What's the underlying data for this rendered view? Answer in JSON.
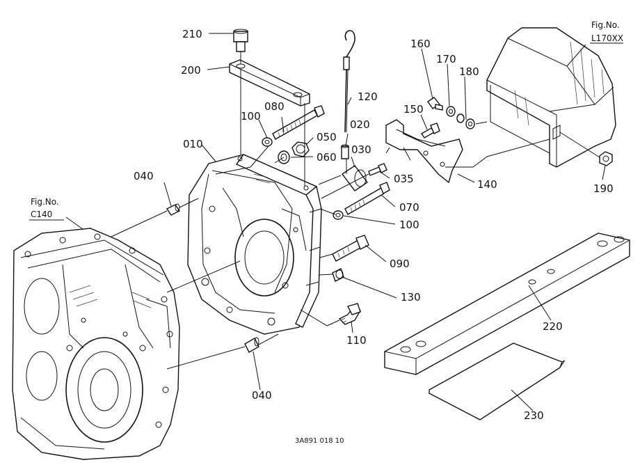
{
  "labels": {
    "p210": "210",
    "p200": "200",
    "p100a": "100",
    "p080": "080",
    "p120": "120",
    "p050": "050",
    "p020": "020",
    "p060": "060",
    "p010": "010",
    "p030": "030",
    "p035": "035",
    "p040a": "040",
    "p070": "070",
    "p100b": "100",
    "p090": "090",
    "p130": "130",
    "p110": "110",
    "p040b": "040",
    "p160": "160",
    "p170": "170",
    "p180": "180",
    "p150": "150",
    "p140": "140",
    "p190": "190",
    "p220": "220",
    "p230": "230"
  },
  "references": {
    "fig_l_title": "Fig.No.",
    "fig_l_code": "L170XX",
    "fig_c_title": "Fig.No.",
    "fig_c_code": "C140"
  },
  "drawing_code": "3A891 018 10"
}
